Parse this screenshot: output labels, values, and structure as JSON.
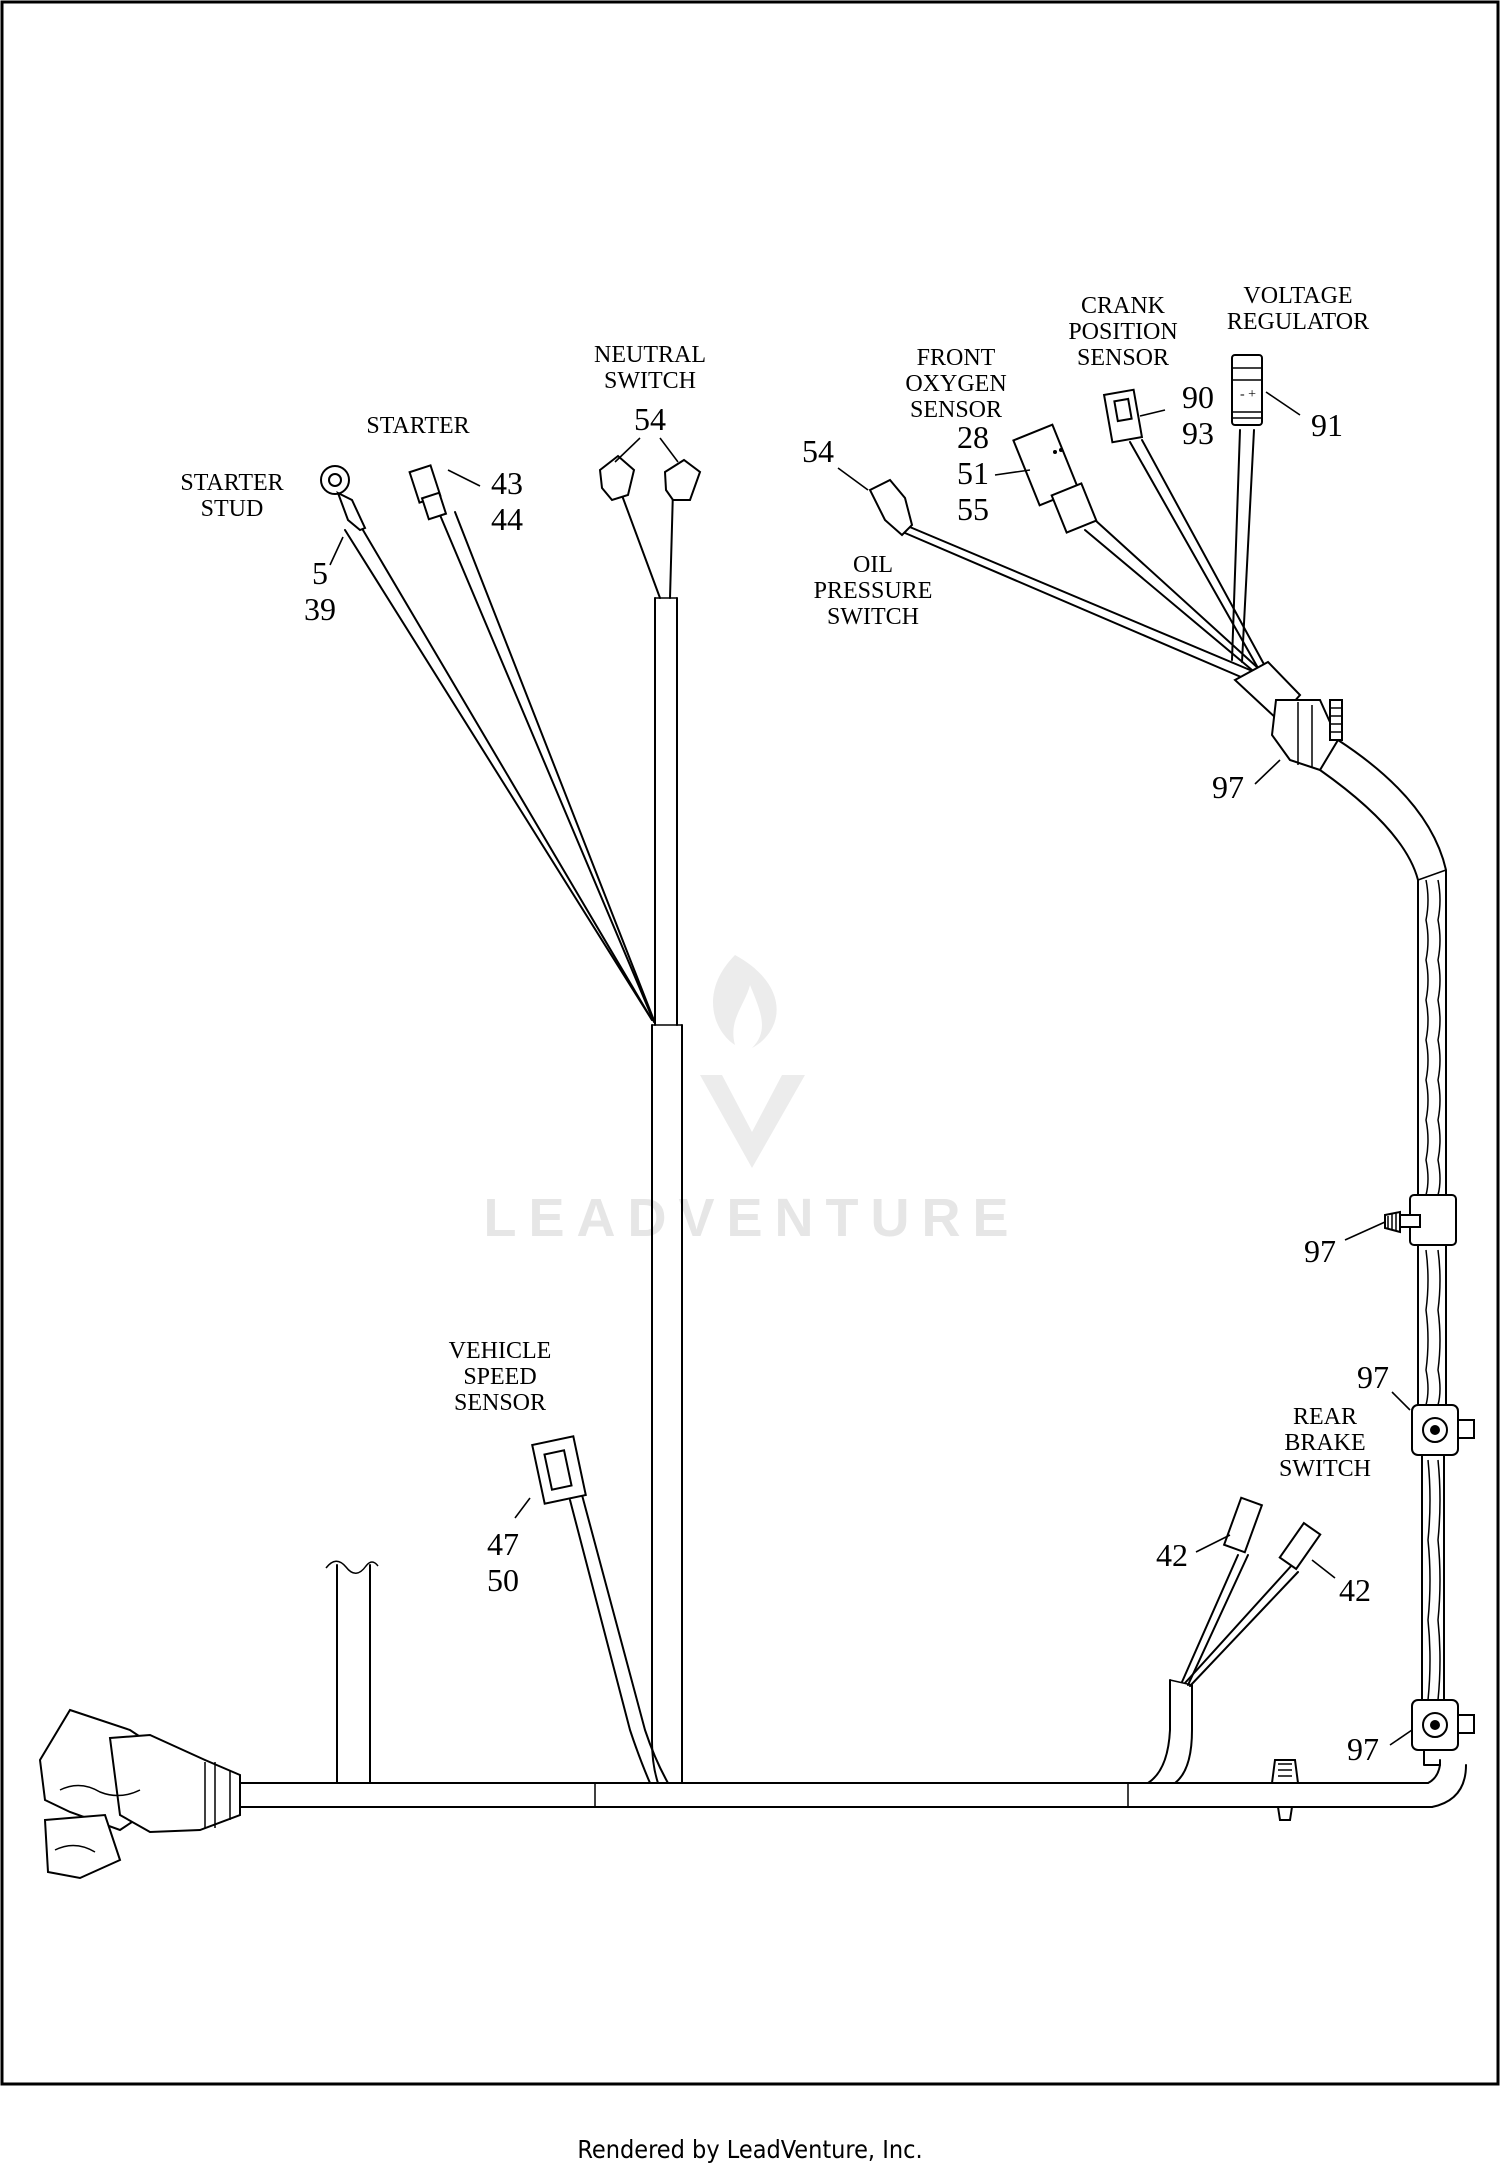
{
  "labels": {
    "starter_stud": [
      "STARTER",
      "STUD"
    ],
    "starter": "STARTER",
    "neutral_switch": [
      "NEUTRAL",
      "SWITCH"
    ],
    "front_oxygen_sensor": [
      "FRONT",
      "OXYGEN",
      "SENSOR"
    ],
    "crank_position_sensor": [
      "CRANK",
      "POSITION",
      "SENSOR"
    ],
    "voltage_regulator": [
      "VOLTAGE",
      "REGULATOR"
    ],
    "oil_pressure_switch": [
      "OIL",
      "PRESSURE",
      "SWITCH"
    ],
    "vehicle_speed_sensor": [
      "VEHICLE",
      "SPEED",
      "SENSOR"
    ],
    "rear_brake_switch": [
      "REAR",
      "BRAKE",
      "SWITCH"
    ]
  },
  "callouts": {
    "starter_stud": [
      "5",
      "39"
    ],
    "starter": [
      "43",
      "44"
    ],
    "neutral_switch": "54",
    "oil_pressure_switch": "54",
    "front_oxygen_sensor": [
      "28",
      "51",
      "55"
    ],
    "crank_position_sensor": [
      "90",
      "93"
    ],
    "voltage_regulator": "91",
    "clip_upper": "97",
    "clip_mid": "97",
    "clip_lower": "97",
    "clip_bottom": "97",
    "vehicle_speed_sensor": [
      "47",
      "50"
    ],
    "rear_brake_left": "42",
    "rear_brake_right": "42"
  },
  "watermark": "LEADVENTURE",
  "footer": "Rendered by LeadVenture, Inc."
}
